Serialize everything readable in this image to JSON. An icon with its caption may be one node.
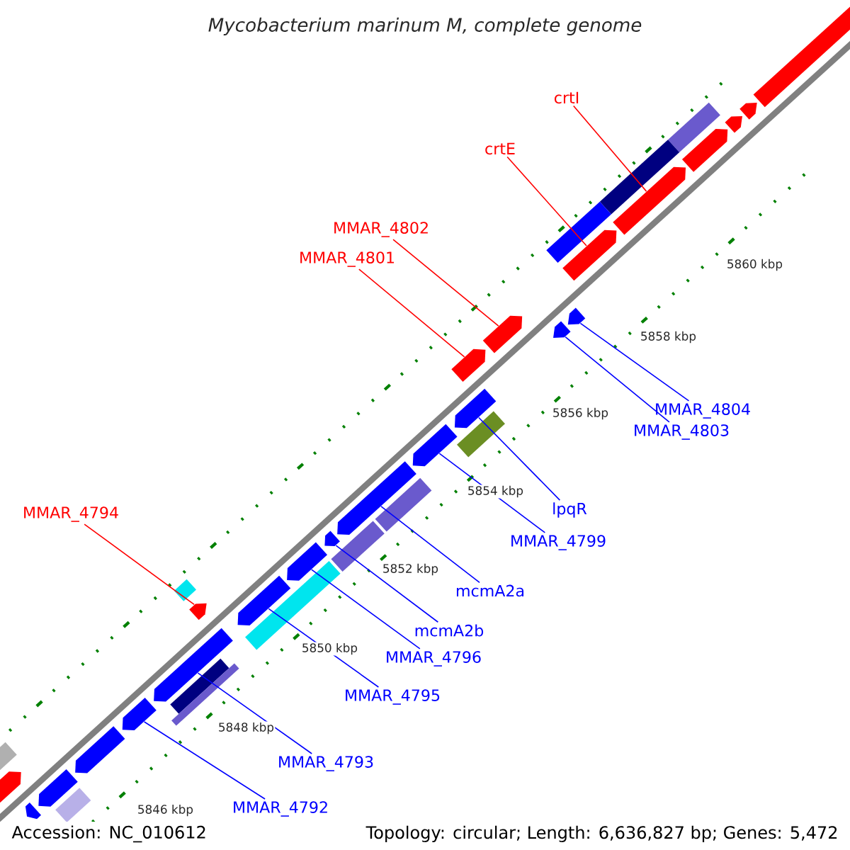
{
  "diagram": {
    "title": "Mycobacterium marinum M, complete genome",
    "nodes": [
      {
        "text": [
          "crtI"
        ]
      },
      {
        "text": [
          "crtE"
        ]
      },
      {
        "text": [
          "MMAR_4802"
        ]
      },
      {
        "text": [
          "MMAR_4801"
        ]
      },
      {
        "text": [
          "MMAR_4804"
        ]
      },
      {
        "text": [
          "MMAR_4803"
        ]
      },
      {
        "text": [
          "lpqR"
        ]
      },
      {
        "text": [
          "MMAR_4799"
        ]
      },
      {
        "text": [
          "mcmA2a"
        ]
      },
      {
        "text": [
          "mcmA2b"
        ]
      },
      {
        "text": [
          "MMAR_4796"
        ]
      },
      {
        "text": [
          "MMAR_4795"
        ]
      },
      {
        "text": [
          "MMAR_4794"
        ]
      },
      {
        "text": [
          "MMAR_4793"
        ]
      },
      {
        "text": [
          "MMAR_4792"
        ]
      },
      {
        "text": [],
        "shape": "pentagon"
      },
      {
        "text": [],
        "shape": "pentagon"
      },
      {
        "text": [],
        "shape": "pentagon"
      },
      {
        "text": [],
        "shape": "pentagon"
      },
      {
        "text": [],
        "shape": "pentagon"
      },
      {
        "text": [],
        "shape": "pentagon"
      },
      {
        "text": [],
        "shape": "pentagon"
      },
      {
        "text": [],
        "shape": "pentagon"
      },
      {
        "text": [],
        "shape": "pentagon"
      },
      {
        "text": [],
        "shape": "pentagon"
      },
      {
        "text": [],
        "shape": "pentagon"
      },
      {
        "text": [],
        "shape": "pentagon"
      },
      {
        "text": [],
        "shape": "pentagon"
      },
      {
        "text": [],
        "shape": "pentagon"
      },
      {
        "text": [],
        "shape": "pentagon"
      },
      {
        "text": [],
        "shape": "pentagon"
      },
      {
        "text": [],
        "shape": "pentagon"
      },
      {
        "text": [],
        "shape": "pentagon"
      },
      {
        "text": [],
        "shape": "bar"
      },
      {
        "text": [],
        "shape": "pentagon"
      },
      {
        "text": [],
        "shape": "bar"
      },
      {
        "text": [],
        "shape": "bar"
      },
      {
        "text": [],
        "shape": "bar"
      },
      {
        "text": [],
        "shape": "bar"
      },
      {
        "text": [],
        "shape": "bar"
      },
      {
        "text": [],
        "shape": "bar"
      },
      {
        "text": [],
        "shape": "bar"
      },
      {
        "text": [],
        "shape": "bar"
      },
      {
        "text": [],
        "shape": "bar"
      },
      {
        "text": [],
        "shape": "pentagon"
      },
      {
        "text": [],
        "shape": "pentagon"
      },
      {
        "text": [],
        "shape": "bar"
      },
      {
        "text": [],
        "shape": "pentagon"
      },
      {
        "text": [],
        "shape": "bar"
      },
      {
        "text": [],
        "shape": "pentagon"
      }
    ],
    "edges": [
      {
        "from": 0,
        "to": 15,
        "arrow": "none",
        "color": "#ff0000"
      },
      {
        "from": 1,
        "to": 16,
        "arrow": "none",
        "color": "#ff0000"
      },
      {
        "from": 2,
        "to": 17,
        "arrow": "none",
        "color": "#ff0000"
      },
      {
        "from": 3,
        "to": 18,
        "arrow": "none",
        "color": "#ff0000"
      },
      {
        "from": 4,
        "to": 19,
        "arrow": "none"
      },
      {
        "from": 5,
        "to": 20,
        "arrow": "none"
      },
      {
        "from": 6,
        "to": 21,
        "arrow": "none"
      },
      {
        "from": 7,
        "to": 22,
        "arrow": "none"
      },
      {
        "from": 8,
        "to": 23,
        "arrow": "none"
      },
      {
        "from": 9,
        "to": 24,
        "arrow": "none"
      },
      {
        "from": 10,
        "to": 25,
        "arrow": "none"
      },
      {
        "from": 11,
        "to": 26,
        "arrow": "none"
      },
      {
        "from": 12,
        "to": 27,
        "arrow": "none",
        "color": "#ff0000"
      },
      {
        "from": 13,
        "to": 28,
        "arrow": "none"
      },
      {
        "from": 14,
        "to": 29,
        "arrow": "none"
      }
    ],
    "labels": [
      "5860 kbp",
      "5858 kbp",
      "5856 kbp",
      "5854 kbp",
      "5852 kbp",
      "5850 kbp",
      "5848 kbp",
      "5846 kbp",
      "Accession: NC_010612",
      "Topology: circular; Length: 6,636,827 bp; Genes: 5,472"
    ]
  }
}
